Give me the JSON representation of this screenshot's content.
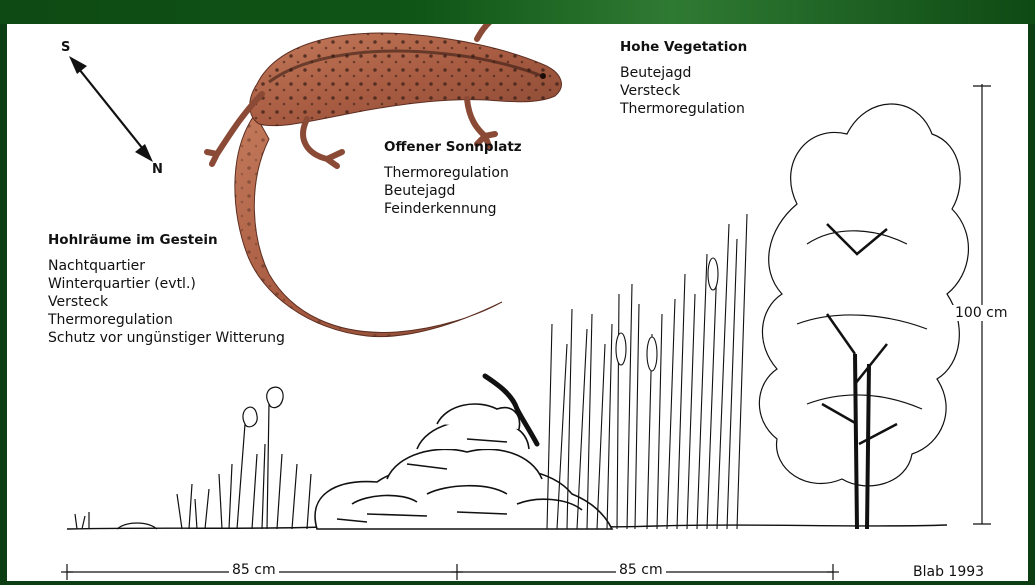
{
  "compass": {
    "south": "S",
    "north": "N"
  },
  "sections": {
    "hohlraeume": {
      "title": "Hohlräume im Gestein",
      "items": [
        "Nachtquartier",
        "Winterquartier (evtl.)",
        "Versteck",
        "Thermoregulation",
        "Schutz vor ungünstiger Witterung"
      ]
    },
    "sonnplatz": {
      "title": "Offener Sonnplatz",
      "items": [
        "Thermoregulation",
        "Beutejagd",
        "Feinderkennung"
      ]
    },
    "vegetation": {
      "title": "Hohe Vegetation",
      "items": [
        "Beutejagd",
        "Versteck",
        "Thermoregulation"
      ]
    }
  },
  "dimensions": {
    "width_left": "85 cm",
    "width_right": "85 cm",
    "height": "100 cm"
  },
  "credit": "Blab 1993",
  "colors": {
    "border": "#0d3d12",
    "lizard_body": "#a0573e",
    "lizard_dark": "#3a1e16",
    "ink": "#111111"
  }
}
